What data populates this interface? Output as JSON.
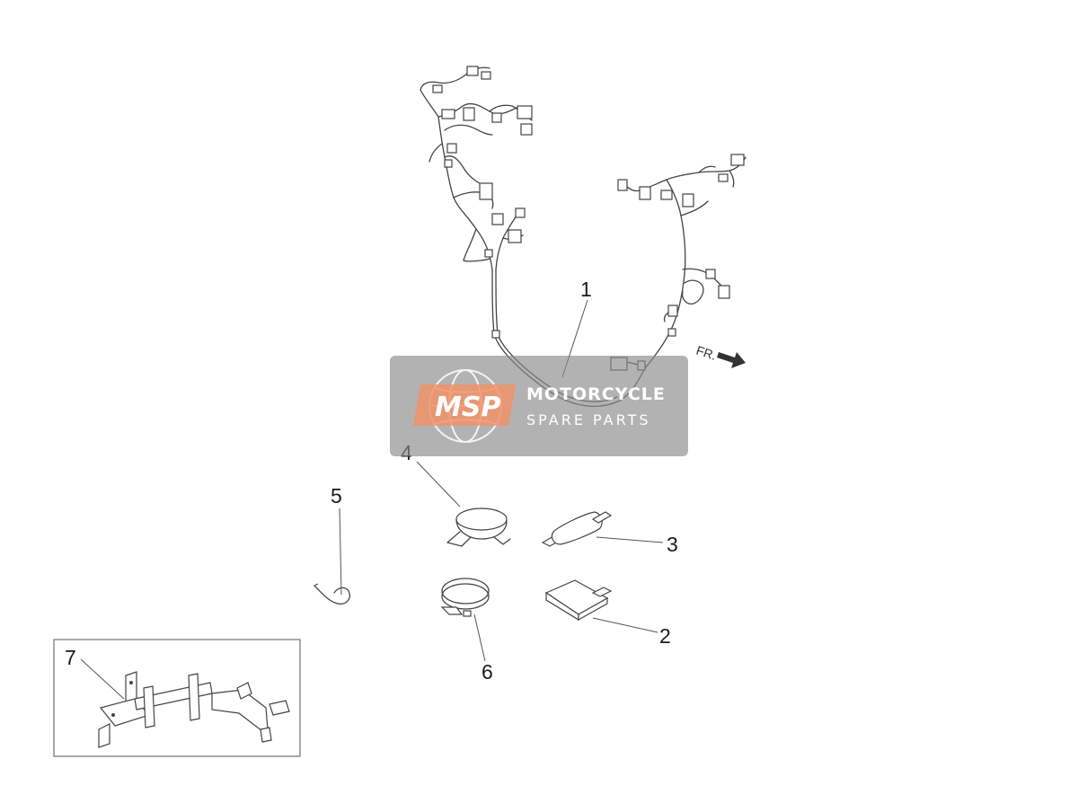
{
  "diagram": {
    "callouts": [
      {
        "id": "1",
        "label": "1"
      },
      {
        "id": "2",
        "label": "2"
      },
      {
        "id": "3",
        "label": "3"
      },
      {
        "id": "4",
        "label": "4"
      },
      {
        "id": "5",
        "label": "5"
      },
      {
        "id": "6",
        "label": "6"
      },
      {
        "id": "7",
        "label": "7"
      }
    ],
    "front_indicator": "FR."
  },
  "watermark": {
    "logo": "MSP",
    "title": "MOTORCYCLE",
    "subtitle": "SPARE PARTS",
    "colors": {
      "box": "#8c8c8c",
      "logo": "#f08a5d"
    }
  }
}
